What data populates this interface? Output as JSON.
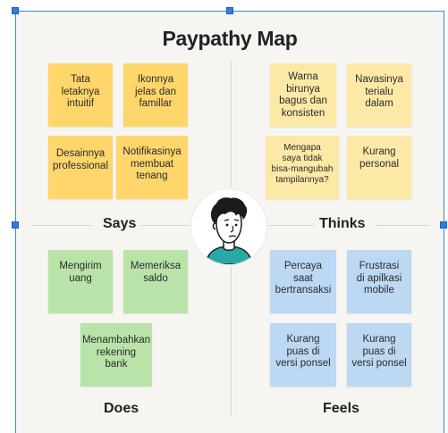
{
  "title": "Paypathy Map",
  "colors": {
    "says": "#ffd66b",
    "thinks": "#fde9a6",
    "does": "#b9e3a9",
    "feels": "#bcd8f3",
    "selection": "#3b82f6"
  },
  "quadrants": {
    "says": {
      "label": "Says",
      "notes": [
        "Tata\nletaknya\nintuitif",
        "Ikonnya\njelas dan\nfamillar",
        "Desainnya\nprofessional",
        "Notifikasinya\nmembuat\ntenang"
      ]
    },
    "thinks": {
      "label": "Thinks",
      "notes": [
        "Warna\nbirunya\nbagus dan\nkonsisten",
        "Navasinya\nterialu\ndalam",
        "Mengapa\nsaya tidak\nbisa-mangubah\ntampilannya?",
        "Kurang\npersonal"
      ]
    },
    "does": {
      "label": "Does",
      "notes": [
        "Mengirim\nuang",
        "Memeriksa\nsaldo",
        "Menambahkan\nrekening\nbank"
      ]
    },
    "feels": {
      "label": "Feels",
      "notes": [
        "Percaya\nsaat\nbertransaksi",
        "Frustrasi\ndi apilkasi\nmobile",
        "Kurang\npuas di\nversi ponsel",
        "Kurang\npuas di\nversi ponsel"
      ]
    }
  },
  "avatar": {
    "icon": "user-avatar-icon"
  }
}
